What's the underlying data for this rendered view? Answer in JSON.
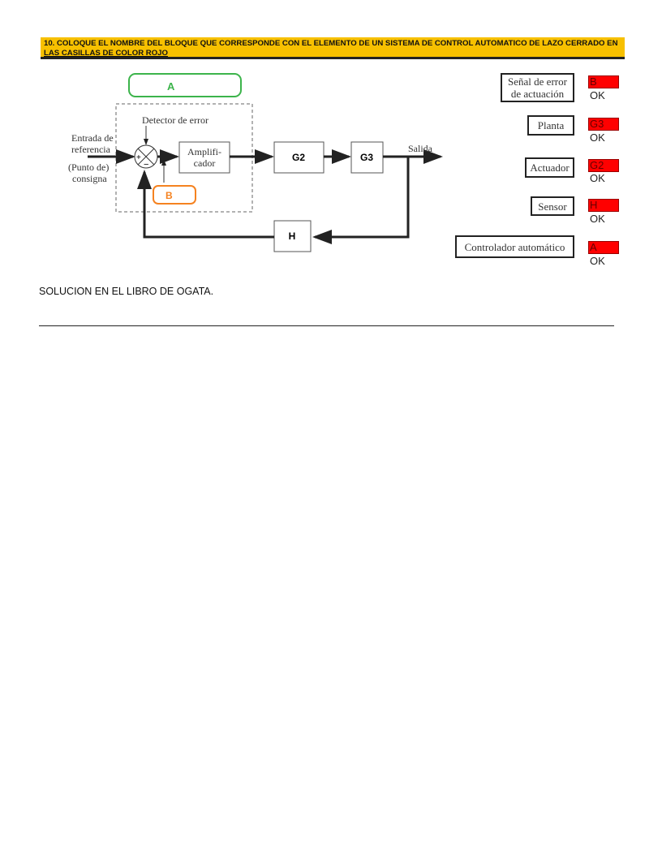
{
  "header": {
    "line1": "10. COLOQUE EL NOMBRE DEL BLOQUE QUE CORRESPONDE CON EL ELEMENTO DE UN SISTEMA DE CONTROL AUTOMATICO DE LAZO CERRADO EN",
    "line2": "LAS CASILLAS DE COLOR ROJO"
  },
  "diagram": {
    "label_a": "A",
    "label_b": "B",
    "detector": "Detector de error",
    "entrada1": "Entrada de",
    "entrada2": "referencia",
    "punto1": "Punto de",
    "punto2": "consigna",
    "plus": "+",
    "minus": "−",
    "amp1": "Amplifi-",
    "amp2": "cador",
    "g2": "G2",
    "g3": "G3",
    "salida": "Salida",
    "h": "H"
  },
  "answers": [
    {
      "label1": "Señal de error",
      "label2": "de actuación",
      "value": "B",
      "status": "OK"
    },
    {
      "label1": "Planta",
      "value": "G3",
      "status": "OK"
    },
    {
      "label1": "Actuador",
      "value": "G2",
      "status": "OK"
    },
    {
      "label1": "Sensor",
      "value": "H",
      "status": "OK"
    },
    {
      "label1": "Controlador automático",
      "value": "A",
      "status": "OK"
    }
  ],
  "solution": "SOLUCION EN EL LIBRO DE OGATA."
}
